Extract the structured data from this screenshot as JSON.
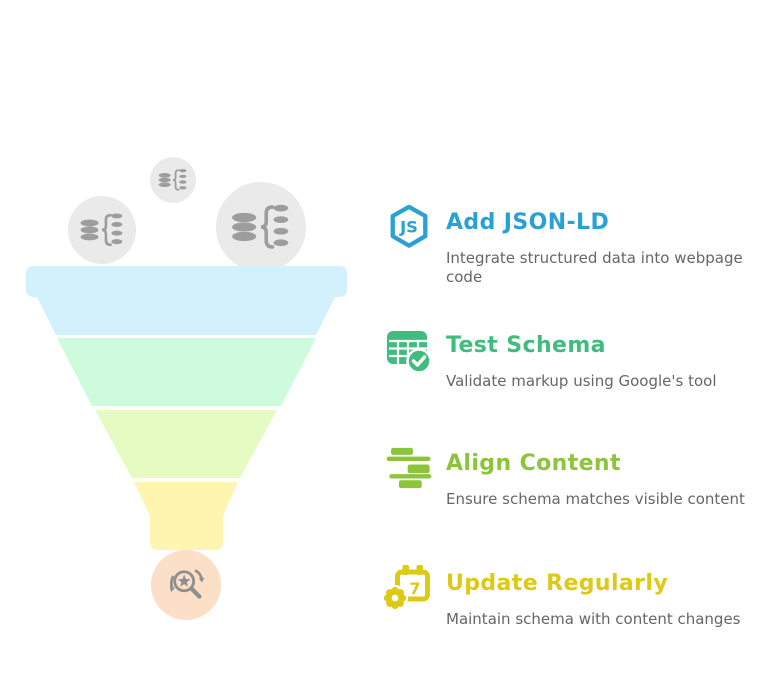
{
  "palette": {
    "background": "#ffffff",
    "description_text": "#666666"
  },
  "steps": [
    {
      "title": "Add JSON-LD",
      "description": "Integrate structured data into webpage code",
      "accent": "#2aa0d6",
      "icon": "json-ld-hexagon-icon",
      "icon_text": "JS"
    },
    {
      "title": "Test Schema",
      "description": "Validate markup using Google's tool",
      "accent": "#3fbc7e",
      "icon": "schema-table-check-icon"
    },
    {
      "title": "Align Content",
      "description": "Ensure schema matches visible content",
      "accent": "#8cc43c",
      "icon": "align-content-bars-icon"
    },
    {
      "title": "Update Regularly",
      "description": "Maintain schema with content changes",
      "accent": "#ddc916",
      "icon": "calendar-update-icon",
      "icon_text": "7"
    }
  ],
  "funnel": {
    "stages": [
      {
        "color": "#d3f1fc"
      },
      {
        "color": "#cdfbdc"
      },
      {
        "color": "#e6fbc1"
      },
      {
        "color": "#fdf5b0"
      }
    ],
    "outlet": {
      "color": "#fbdfc6",
      "icon": "search-review-icon",
      "icon_color": "#8f8f8f"
    },
    "bubbles": {
      "fill": "#eaeaea",
      "icon": "structured-data-icon",
      "icon_color": "#9d9d9d"
    }
  }
}
